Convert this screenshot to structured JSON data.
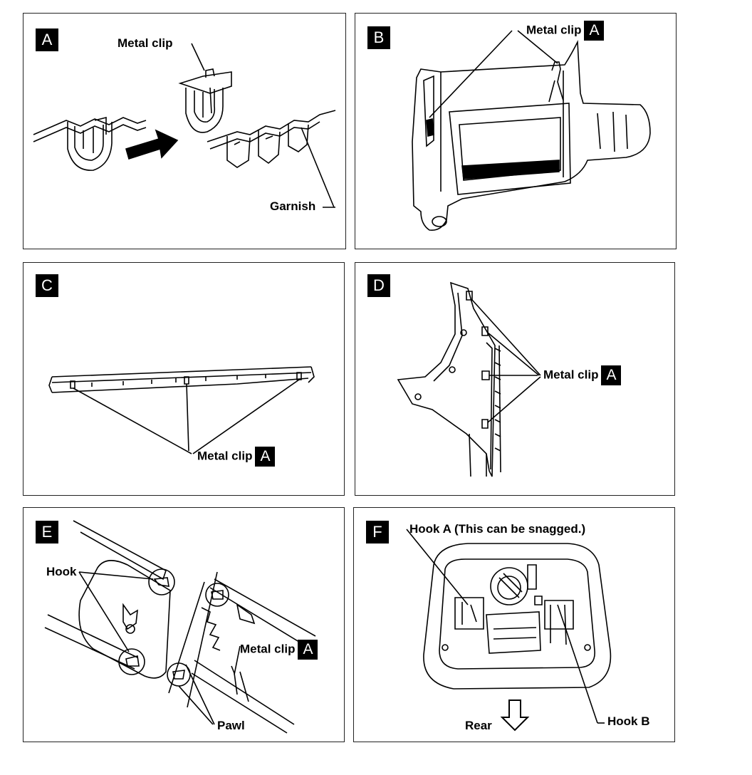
{
  "panels": {
    "a": {
      "letter": "A",
      "metal_clip": "Metal clip",
      "garnish": "Garnish"
    },
    "b": {
      "letter": "B",
      "metal_clip": "Metal clip",
      "ref": "A"
    },
    "c": {
      "letter": "C",
      "metal_clip": "Metal clip",
      "ref": "A"
    },
    "d": {
      "letter": "D",
      "metal_clip": "Metal clip",
      "ref": "A"
    },
    "e": {
      "letter": "E",
      "hook": "Hook",
      "metal_clip": "Metal clip",
      "ref": "A",
      "pawl": "Pawl"
    },
    "f": {
      "letter": "F",
      "hook_a": "Hook  A (This can be snagged.)",
      "hook_b": "Hook  B",
      "rear": "Rear"
    }
  }
}
